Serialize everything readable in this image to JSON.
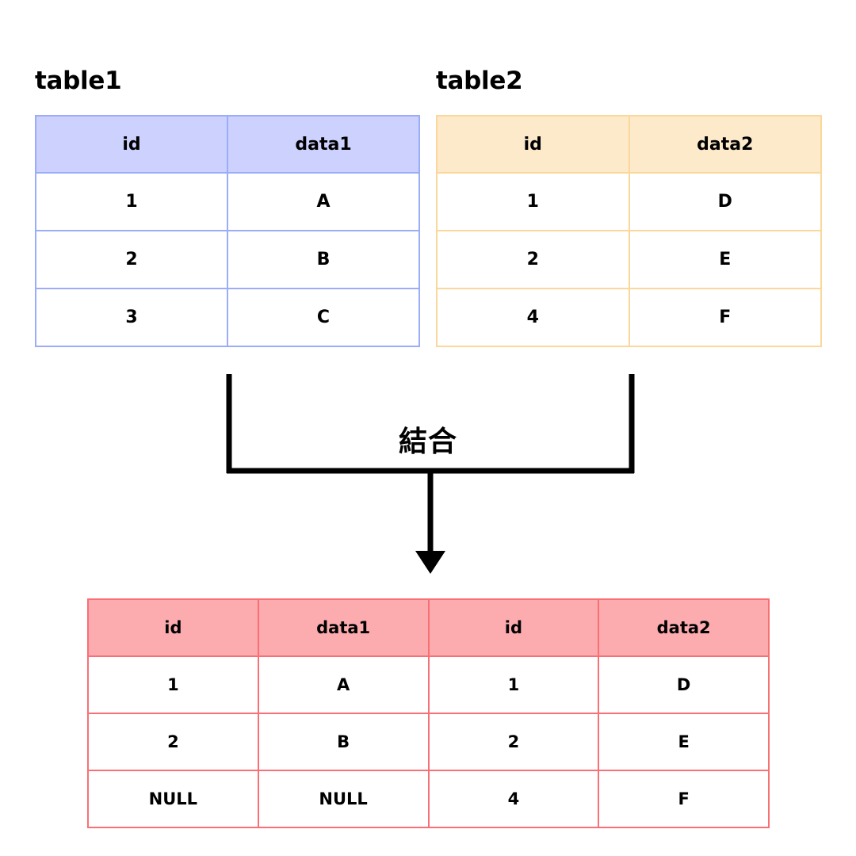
{
  "diagram": {
    "title_table1": "table1",
    "title_table2": "table2",
    "join_label": "結合",
    "colors": {
      "table1_header_fill": "#ccd2fd",
      "table1_border": "#9badf8",
      "table2_header_fill": "#fdeacb",
      "table2_border": "#fbd79b",
      "result_header_fill": "#fcabaf",
      "result_border": "#f87076",
      "arrow": "#000000",
      "background": "#ffffff"
    }
  },
  "table1": {
    "name": "table1",
    "columns": [
      "id",
      "data1"
    ],
    "rows": [
      [
        "1",
        "A"
      ],
      [
        "2",
        "B"
      ],
      [
        "3",
        "C"
      ]
    ]
  },
  "table2": {
    "name": "table2",
    "columns": [
      "id",
      "data2"
    ],
    "rows": [
      [
        "1",
        "D"
      ],
      [
        "2",
        "E"
      ],
      [
        "4",
        "F"
      ]
    ]
  },
  "result": {
    "columns": [
      "id",
      "data1",
      "id",
      "data2"
    ],
    "rows": [
      [
        "1",
        "A",
        "1",
        "D"
      ],
      [
        "2",
        "B",
        "2",
        "E"
      ],
      [
        "NULL",
        "NULL",
        "4",
        "F"
      ]
    ]
  }
}
